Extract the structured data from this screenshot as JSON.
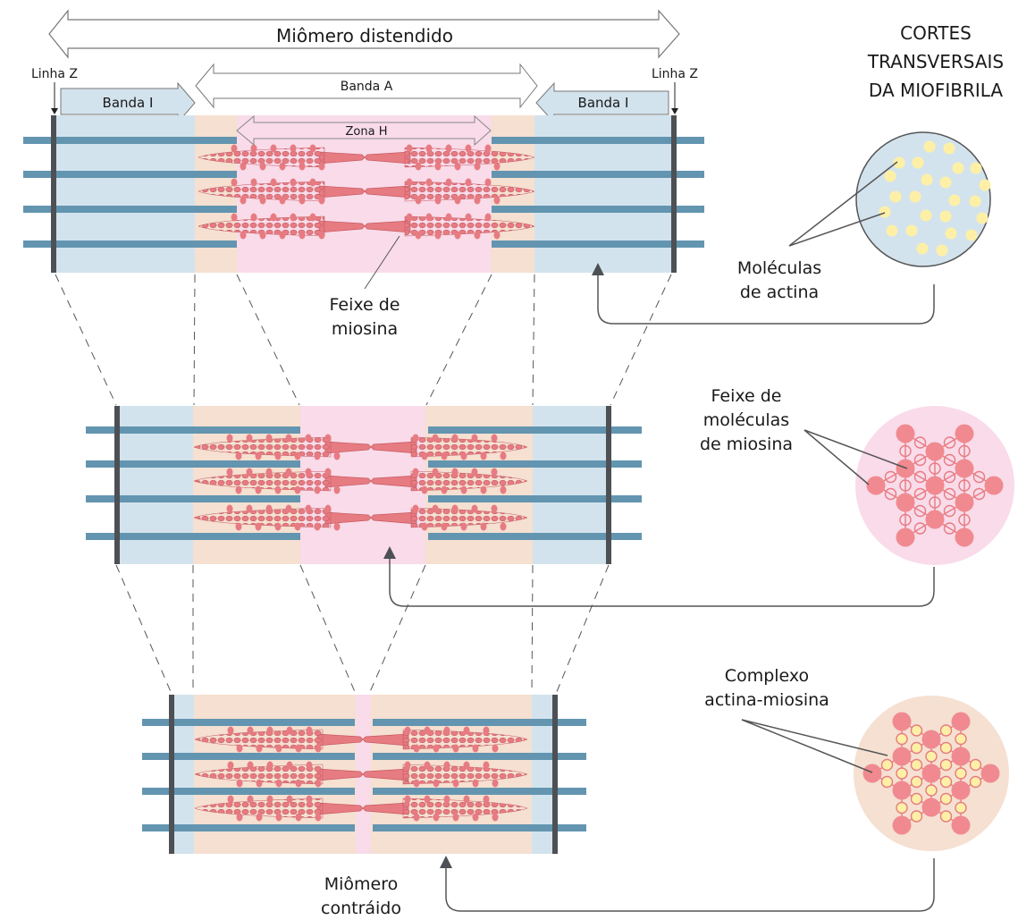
{
  "colors": {
    "band_i": "#d3e3ed",
    "overlap": "#f5e0d1",
    "zone_h": "#f9dbe9",
    "actin_bar": "#6395b0",
    "z_line": "#4d5054",
    "myosin": "#e77b82",
    "myosin_dark": "#c75860",
    "actin_dot": "#fdf0a6",
    "outline": "#555555",
    "arrow_gray": "#777777"
  },
  "labels": {
    "miomero_distendido": "Miômero distendido",
    "linha_z_left": "Linha Z",
    "linha_z_right": "Linha Z",
    "banda_i_left": "Banda I",
    "banda_a": "Banda A",
    "banda_i_right": "Banda I",
    "zona_h": "Zona H",
    "feixe_miosina_1": "Feixe de",
    "feixe_miosina_2": "miosina",
    "miomero_contraido_1": "Miômero",
    "miomero_contraido_2": "contráido"
  },
  "cross_sections": {
    "title": [
      "CORTES",
      "TRANSVERSAIS",
      "DA MIOFIBRILA"
    ],
    "items": [
      {
        "id": "actin",
        "label": [
          "Moléculas",
          "de actina"
        ]
      },
      {
        "id": "myosin",
        "label": [
          "Feixe de",
          "moléculas",
          "de miosina"
        ]
      },
      {
        "id": "complex",
        "label": [
          "Complexo",
          "actina-miosina"
        ]
      }
    ]
  },
  "sarcomeres": [
    {
      "state": "distendido"
    },
    {
      "state": "intermediário"
    },
    {
      "state": "contraído"
    }
  ]
}
